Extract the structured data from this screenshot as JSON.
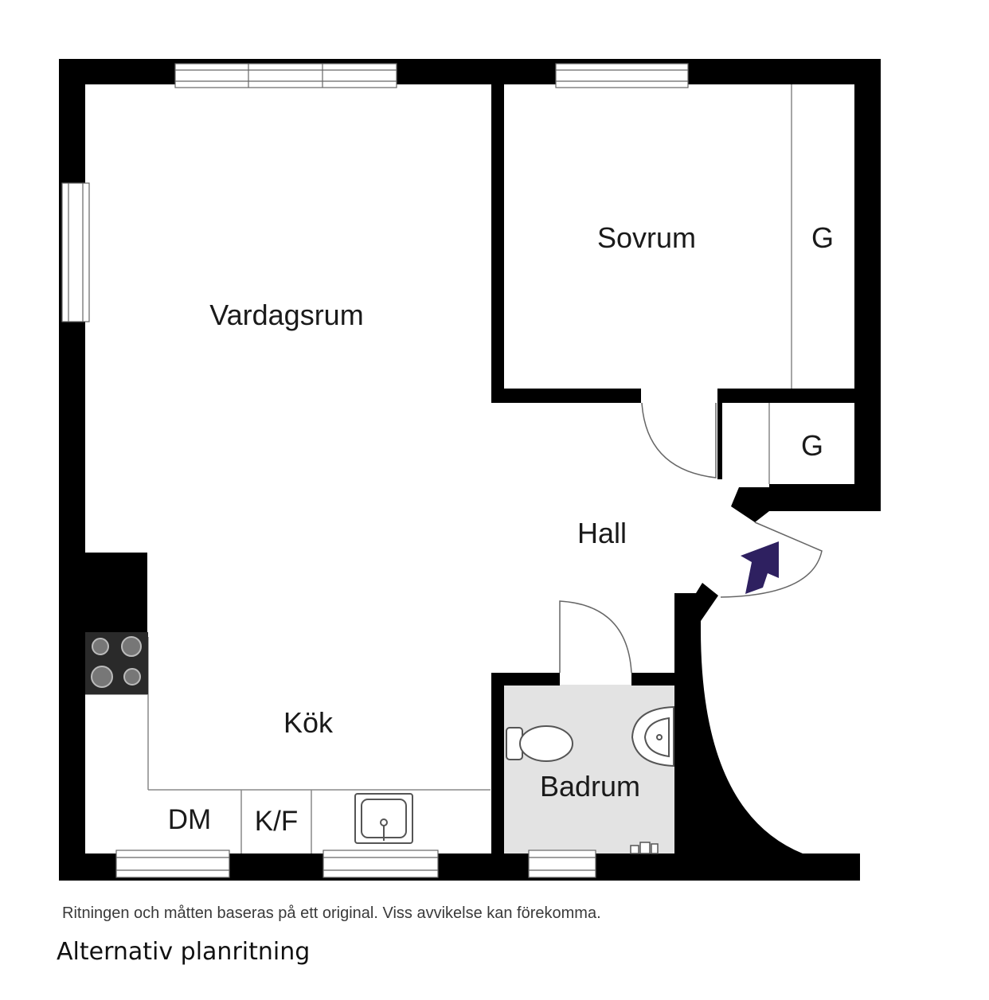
{
  "rooms": {
    "vardagsrum": "Vardagsrum",
    "sovrum": "Sovrum",
    "garderob_sovrum": "G",
    "garderob_hall": "G",
    "hall": "Hall",
    "kok": "Kök",
    "badrum": "Badrum",
    "dm": "DM",
    "kf": "K/F"
  },
  "disclaimer": "Ritningen och måtten baseras på ett original. Viss avvikelse kan förekomma.",
  "caption": "Alternativ planritning",
  "colors": {
    "wall": "#000000",
    "bathroom_floor": "#e3e3e3",
    "entrance_arrow": "#2e2060",
    "window": "#ffffff"
  }
}
